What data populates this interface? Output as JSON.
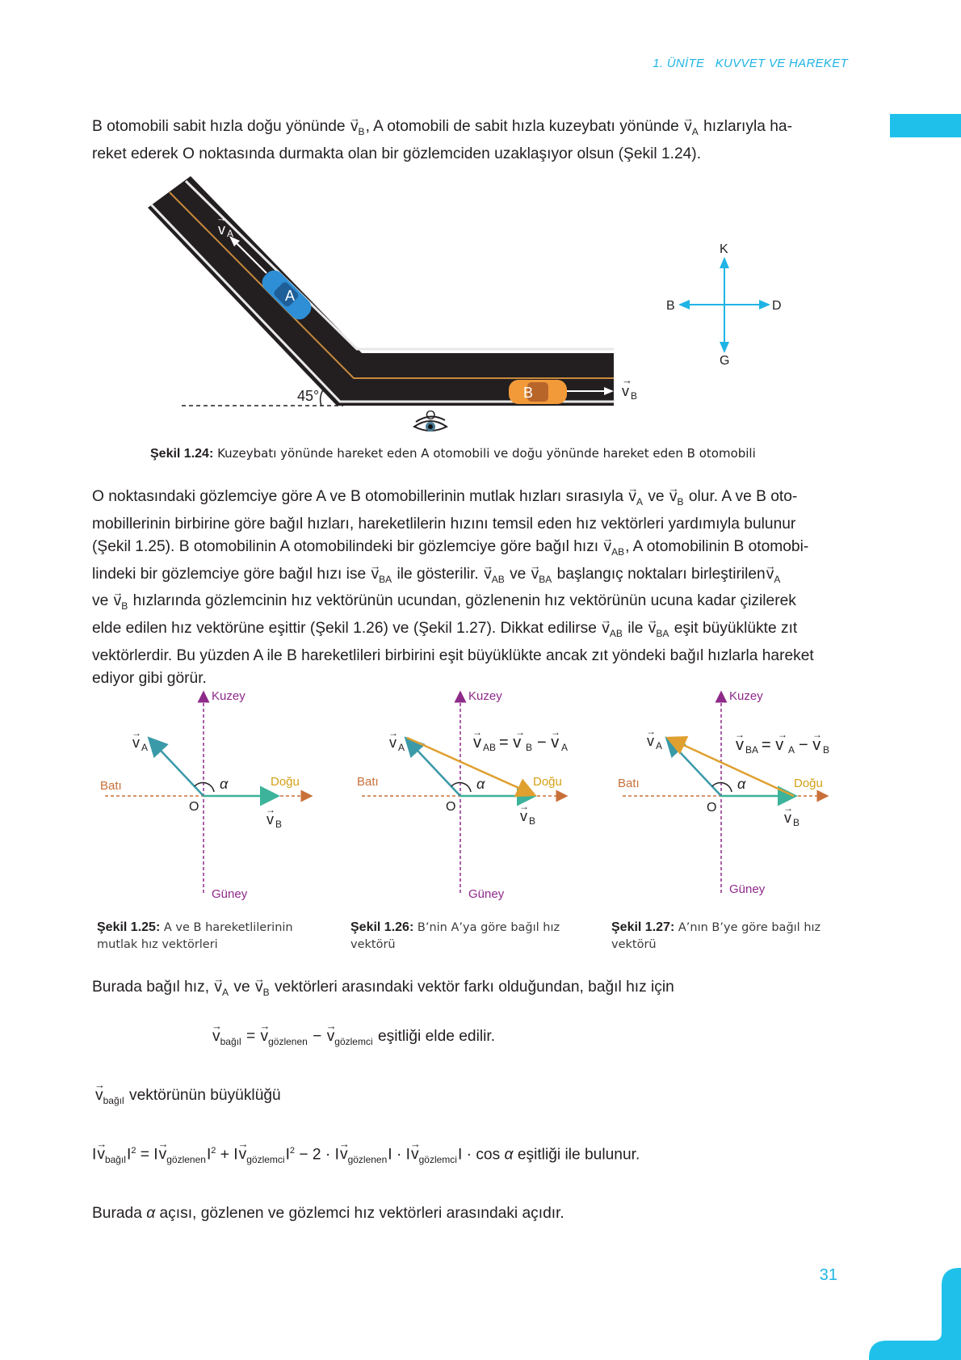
{
  "header": {
    "unit": "1. ÜNİTE",
    "title": "KUVVET VE HAREKET"
  },
  "intro": {
    "line1_a": "B otomobili sabit hızla doğu yönünde",
    "line1_b": ", A otomobili de sabit hızla kuzeybatı yönünde",
    "line1_c": "hızlarıyla ha-",
    "line2": "reket ederek O noktasında durmakta olan bir gözlemciden uzaklaşıyor olsun (Şekil 1.24)."
  },
  "figure_124": {
    "caption_label": "Şekil 1.24:",
    "caption_text": "Kuzeybatı yönünde hareket eden A otomobili ve doğu yönünde hareket eden B otomobili",
    "angle_label": "45°",
    "observer_label": "O",
    "car_a_label": "A",
    "car_b_label": "B",
    "compass": {
      "north": "K",
      "south": "G",
      "east": "D",
      "west": "B"
    },
    "colors": {
      "road": "#231f20",
      "road_line": "#c98a3c",
      "car_a": "#2e8fd6",
      "car_b": "#f29a3a",
      "compass": "#1fb4e4"
    }
  },
  "body": {
    "lines": [
      [
        "O noktasındaki gözlemciye göre A ve B otomobillerinin mutlak hızları sırasıyla",
        "ve",
        "olur. A ve B oto-"
      ],
      [
        "mobillerinin birbirine göre bağıl hızları, hareketlilerin hızını temsil eden hız vektörleri yardımıyla bulunur"
      ],
      [
        "(Şekil 1.25). B otomobilinin A otomobilindeki bir gözlemciye göre bağıl hızı",
        ", A otomobilinin B otomobi-"
      ],
      [
        "lindeki bir gözlemciye göre bağıl hızı ise",
        "ile gösterilir.",
        "ve",
        "başlangıç noktaları birleştirilen"
      ],
      [
        "ve",
        "hızlarında gözlemcinin hız vektörünün ucundan, gözlenenin hız vektörünün ucuna kadar çizilerek"
      ],
      [
        "elde edilen hız vektörüne eşittir (Şekil 1.26) ve (Şekil 1.27). Dikkat edilirse",
        "ile",
        "eşit büyüklükte zıt"
      ],
      [
        "vektörlerdir. Bu yüzden A ile B hareketlileri birbirini eşit büyüklükte ancak zıt yöndeki bağıl hızlarla hareket"
      ],
      [
        "ediyor gibi görür."
      ]
    ]
  },
  "vectors": {
    "v": "v",
    "A": "A",
    "B": "B",
    "AB": "AB",
    "BA": "BA"
  },
  "diagrams": {
    "north": "Kuzey",
    "south": "Güney",
    "west": "Batı",
    "east": "Doğu",
    "origin": "O",
    "alpha": "α",
    "eq_126": "= v_B − v_A",
    "eq_127": "= v_A − v_B",
    "colors": {
      "axis_ns": "#8e2a8a",
      "axis_ew": "#c8703a",
      "east_label": "#d4a017",
      "va": "#3a9aa8",
      "vb": "#3cb39a",
      "rel": "#e0a030"
    }
  },
  "captions": [
    {
      "label": "Şekil 1.25:",
      "text": "A ve B hareketlilerinin mutlak hız vektörleri"
    },
    {
      "label": "Şekil 1.26:",
      "text": "B’nin A’ya göre bağıl hız vektörü"
    },
    {
      "label": "Şekil 1.27:",
      "text": "A’nın B’ye göre bağıl hız vektörü"
    }
  ],
  "after": {
    "line1_a": "Burada bağıl hız,",
    "line1_b": "ve",
    "line1_c": "vektörleri arasındaki vektör farkı olduğundan, bağıl hız için",
    "eq1_sub_rel": "bağıl",
    "eq1_sub_obs": "gözlenen",
    "eq1_sub_er": "gözlemci",
    "eq1_tail": "eşitliği elde edilir.",
    "mag_text": "vektörünün büyüklüğü",
    "eq2_tail": "eşitliği ile bulunur.",
    "last_a": "Burada",
    "last_b": "açısı, gözlenen ve gözlemci hız vektörleri arasındaki açıdır."
  },
  "page_number": "31"
}
